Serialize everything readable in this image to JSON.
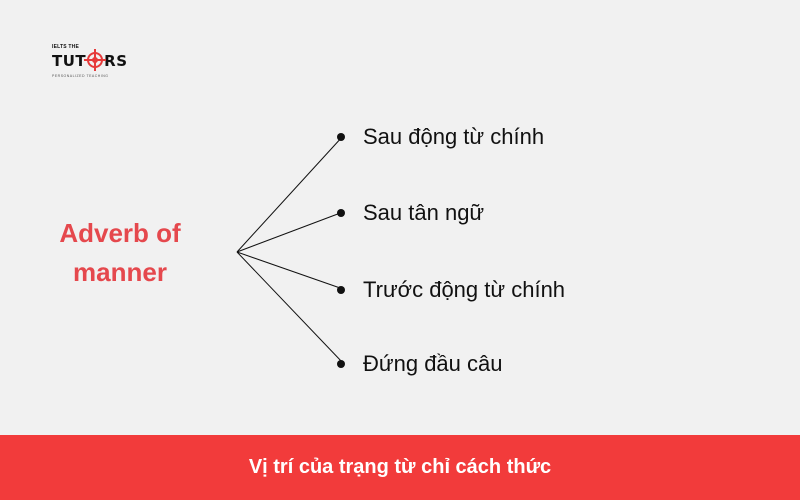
{
  "logo": {
    "small_text": "IELTS THE",
    "main_left": "TUT",
    "main_right": "RS",
    "tagline": "PERSONALIZED TEACHING"
  },
  "diagram": {
    "root_lines": [
      "Adverb of",
      "manner"
    ],
    "branches": [
      "Sau động từ chính",
      "Sau tân ngữ",
      "Trước động từ chính",
      "Đứng đầu câu"
    ]
  },
  "footer": {
    "caption": "Vị trí của trạng từ chỉ cách thức"
  },
  "colors": {
    "accent": "#e5484d",
    "banner": "#f23b3b",
    "background": "#f1f1f1"
  }
}
